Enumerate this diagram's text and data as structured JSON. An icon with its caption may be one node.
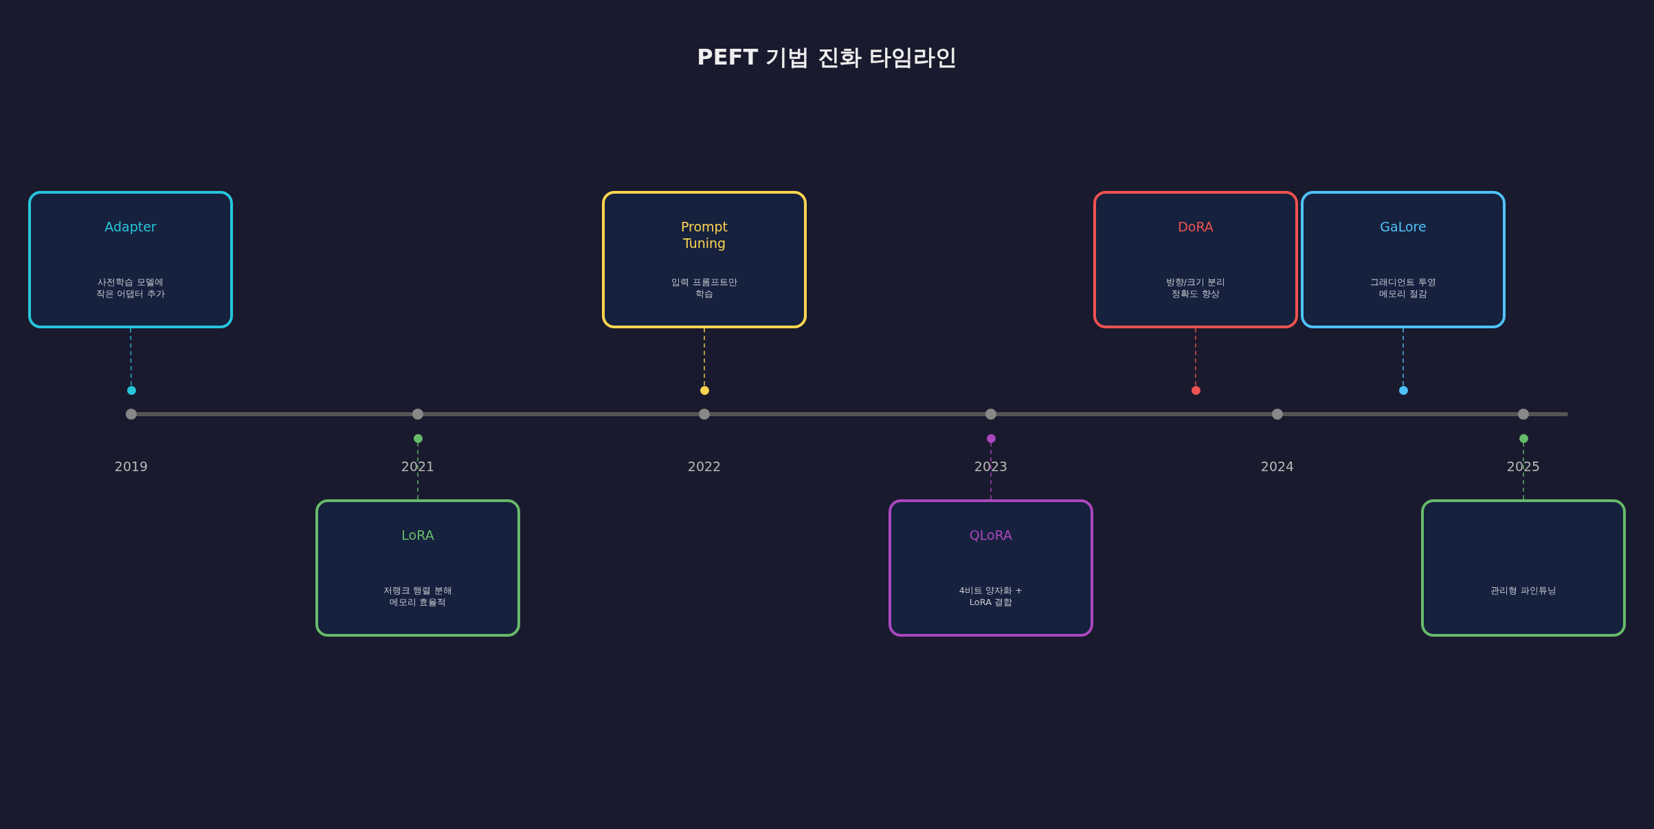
{
  "diagram": {
    "title": "PEFT 기법 진화 타임라인",
    "nodes": [
      {
        "text": [
          "Adapter",
          "사전학습 모델에 작은 어댑터 추가"
        ]
      },
      {
        "text": [
          "LoRA",
          "저랭크 행렬 분해 메모리 효율적"
        ]
      },
      {
        "text": [
          "Prompt Tuning",
          "입력 프롬프트만 학습"
        ]
      },
      {
        "text": [
          "QLoRA",
          "4비트 양자화 + LoRA 결합"
        ]
      },
      {
        "text": [
          "DoRA",
          "방향/크기 분리 정확도 향상"
        ]
      },
      {
        "text": [
          "GaLore",
          "그래디언트 투영 메모리 절감"
        ]
      },
      {
        "text": [
          "관리형 파인튜닝"
        ]
      },
      {
        "text": [],
        "shape": "circle"
      },
      {
        "text": [],
        "shape": "circle"
      },
      {
        "text": [],
        "shape": "circle"
      },
      {
        "text": [],
        "shape": "circle"
      },
      {
        "text": [],
        "shape": "circle"
      },
      {
        "text": [],
        "shape": "circle"
      },
      {
        "text": [],
        "shape": "circle"
      }
    ],
    "edges": [
      {
        "from": 0,
        "to": 7,
        "arrow": "none",
        "style": "dashed",
        "color": "#26c6da"
      },
      {
        "from": 1,
        "to": 8,
        "arrow": "none",
        "style": "dashed",
        "color": "#66bb6a"
      },
      {
        "from": 2,
        "to": 9,
        "arrow": "none",
        "style": "dashed",
        "color": "#ffd54f"
      },
      {
        "from": 3,
        "to": 10,
        "arrow": "none",
        "style": "dashed",
        "color": "#ab47bc"
      },
      {
        "from": 4,
        "to": 11,
        "arrow": "none",
        "style": "dashed",
        "color": "#ef5350"
      },
      {
        "from": 5,
        "to": 12,
        "arrow": "none",
        "style": "dashed",
        "color": "#4fc3f7"
      },
      {
        "from": 6,
        "to": 13,
        "arrow": "none",
        "style": "dashed",
        "color": "#66bb6a"
      }
    ],
    "labels": [
      "2019",
      "2021",
      "2022",
      "2023",
      "2024",
      "2025"
    ]
  }
}
